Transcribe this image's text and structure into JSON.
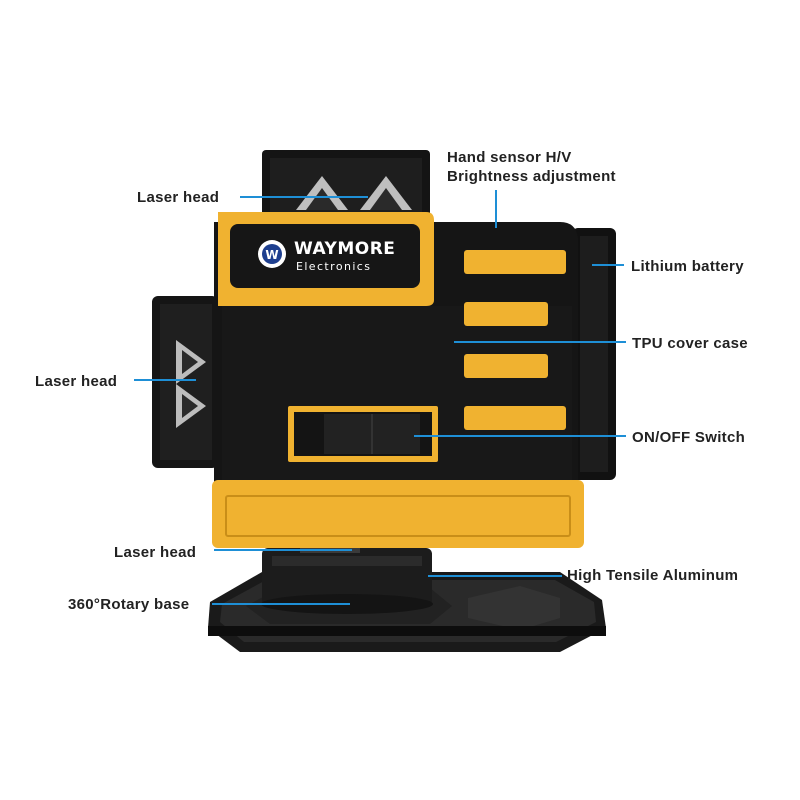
{
  "brand": {
    "name": "WAYMORE",
    "sub": "Electronics",
    "glyph": "W"
  },
  "callouts": {
    "laser_head_top": "Laser head",
    "laser_head_left": "Laser head",
    "laser_head_bottom": "Laser head",
    "rotary_base": "360°Rotary base",
    "hand_sensor_line1": "Hand sensor H/V",
    "hand_sensor_line2": "Brightness adjustment",
    "lithium_battery": "Lithium battery",
    "tpu_cover": "TPU cover case",
    "on_off_switch": "ON/OFF Switch",
    "aluminum": "High Tensile Aluminum"
  },
  "colors": {
    "body_yellow": "#F0B230",
    "body_black": "#151515",
    "leader_blue": "#1E8FD6",
    "text": "#222222",
    "logo_blue": "#1E3F8F"
  }
}
